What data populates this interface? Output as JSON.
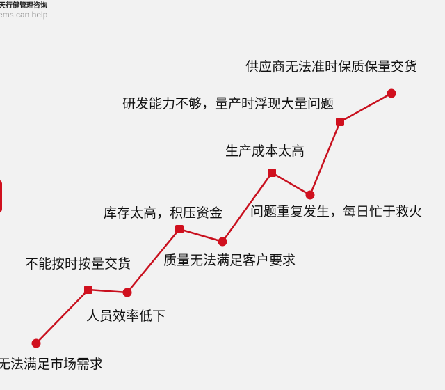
{
  "brand": {
    "name_cn": "天行健管理咨询",
    "tagline": "ems can help"
  },
  "colors": {
    "line": "#c8101e",
    "marker": "#d0101e",
    "background": "#f2f2f2"
  },
  "steps": [
    {
      "label": "无法满足市场需求"
    },
    {
      "label": "不能按时按量交货"
    },
    {
      "label": "人员效率低下"
    },
    {
      "label": "库存太高，积压资金"
    },
    {
      "label": "质量无法满足客户要求"
    },
    {
      "label": "生产成本太高"
    },
    {
      "label": "问题重复发生，每日忙于救火"
    },
    {
      "label": "研发能力不够，量产时浮现大量问题"
    },
    {
      "label": "供应商无法准时保质保量交货"
    }
  ]
}
